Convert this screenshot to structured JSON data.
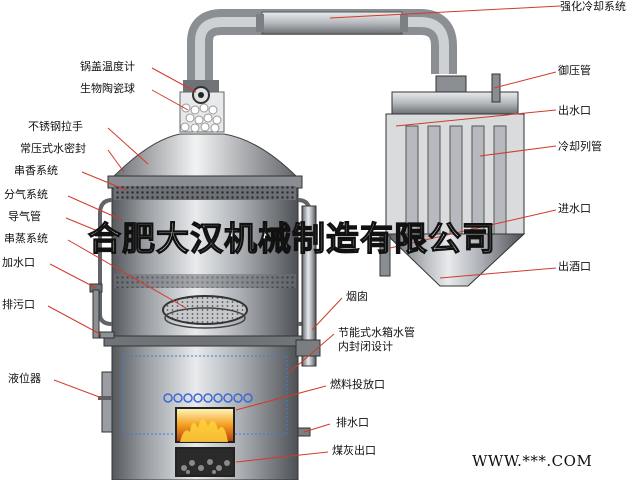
{
  "colors": {
    "leader": "#d23a2a",
    "steel_dark": "#4a4d52",
    "steel_light": "#d9dbdd",
    "fire": "#f4a020"
  },
  "labels": {
    "strong_cooling_pipe": "强化冷却系统",
    "pressure_pipe": "御压管",
    "water_outlet": "出水口",
    "cooling_tubes": "冷却列管",
    "water_inlet": "进水口",
    "liquor_outlet": "出酒口",
    "lid_thermometer": "锅盖温度计",
    "ceramic_balls": "生物陶瓷球",
    "stainless_handle": "不锈钢拉手",
    "water_seal": "常压式水密封",
    "aroma_system": "串香系统",
    "gas_split_system": "分气系统",
    "gas_guide_pipe": "导气管",
    "steam_system": "串蒸系统",
    "water_fill_port": "加水口",
    "drain_port": "排污口",
    "chimney": "烟囱",
    "energy_saving_line1": "节能式水箱水管",
    "energy_saving_line2": "内封闭设计",
    "level_gauge": "液位器",
    "fuel_port": "燃料投放口",
    "drain_water_port": "排水口",
    "ash_outlet": "煤灰出口"
  },
  "watermark": "合肥大汉机械制造有限公司",
  "site": "WWW.***.COM"
}
